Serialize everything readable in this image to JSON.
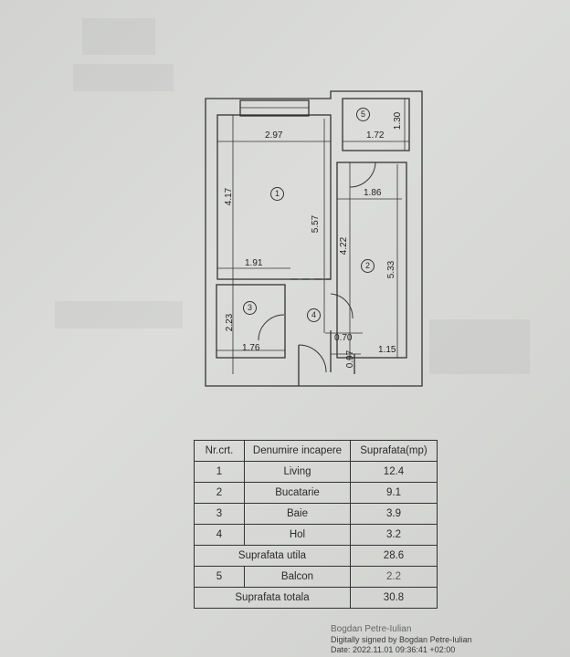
{
  "plan": {
    "rooms": [
      {
        "number": "1"
      },
      {
        "number": "2"
      },
      {
        "number": "3"
      },
      {
        "number": "4"
      },
      {
        "number": "5"
      }
    ],
    "dimensions": {
      "living_width": "2.97",
      "living_height": "4.17",
      "living_total": "5.57",
      "living_lower": "1.91",
      "balcony_width": "1.72",
      "balcony_height": "1.30",
      "kitchen_width": "1.86",
      "kitchen_height": "5.33",
      "kitchen_inner": "4.22",
      "bath_width": "1.76",
      "bath_height": "2.23",
      "hall_width": "0.70",
      "hall_height": "0.97",
      "kitchen_lower": "1.15"
    }
  },
  "table": {
    "headers": [
      "Nr.crt.",
      "Denumire incapere",
      "Suprafata(mp)"
    ],
    "rows": [
      {
        "nr": "1",
        "name": "Living",
        "area": "12.4"
      },
      {
        "nr": "2",
        "name": "Bucatarie",
        "area": "9.1"
      },
      {
        "nr": "3",
        "name": "Baie",
        "area": "3.9"
      },
      {
        "nr": "4",
        "name": "Hol",
        "area": "3.2"
      }
    ],
    "usable_label": "Suprafata utila",
    "usable_value": "28.6",
    "balcony": {
      "nr": "5",
      "name": "Balcon",
      "area": "2.2"
    },
    "total_label": "Suprafata totala",
    "total_value": "30.8"
  },
  "signature": {
    "name": "Bogdan Petre-Iulian",
    "signed_by": "Digitally signed by Bogdan Petre-Iulian",
    "date": "Date: 2022.11.01 09:36:41 +02:00"
  }
}
